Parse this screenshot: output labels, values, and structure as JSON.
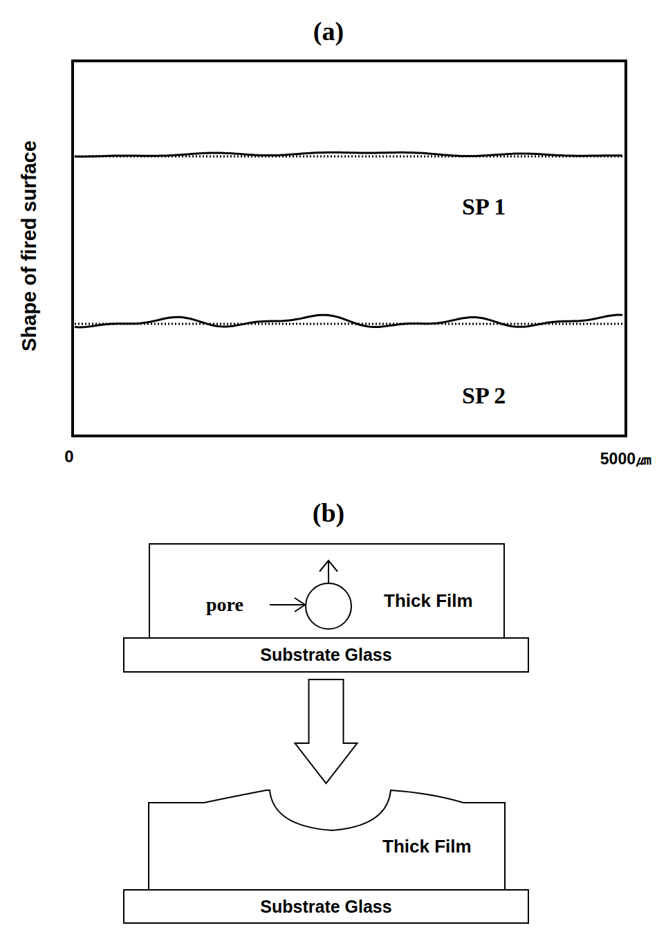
{
  "diagram": {
    "nodes": [
      {
        "text": [
          "Thick Film"
        ]
      },
      {
        "text": [
          "Substrate Glass"
        ]
      },
      {
        "text": [
          "Thick Film"
        ]
      },
      {
        "text": [
          "Substrate Glass"
        ]
      }
    ],
    "edges": [
      {
        "from": 1,
        "to": 2,
        "arrow": "to"
      }
    ],
    "labels": [
      "(a)",
      "Shape of fired surface",
      "SP 1",
      "SP 2",
      "0",
      "5000㎛",
      "(b)",
      "pore"
    ]
  }
}
